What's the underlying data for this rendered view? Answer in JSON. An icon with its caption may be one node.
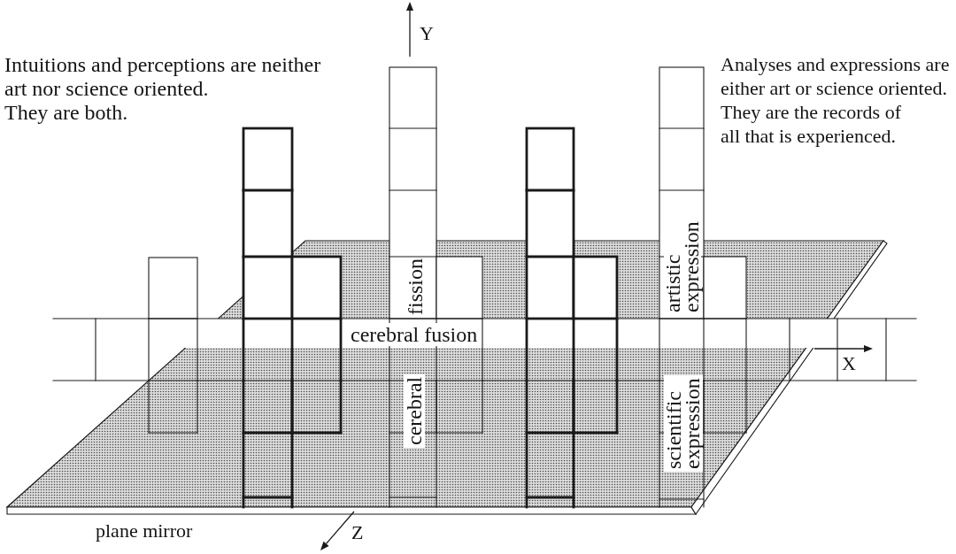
{
  "diagram": {
    "labels": [
      "Y",
      "Intuitions and perceptions are neither art nor science oriented.",
      "They are both.",
      "Analyses and expressions are either art or science oriented.",
      "They are the records of all that is experienced.",
      "fission",
      "artistic expression",
      "cerebral fusion",
      "X",
      "cerebral",
      "scientific expression",
      "plane mirror",
      "Z"
    ]
  }
}
